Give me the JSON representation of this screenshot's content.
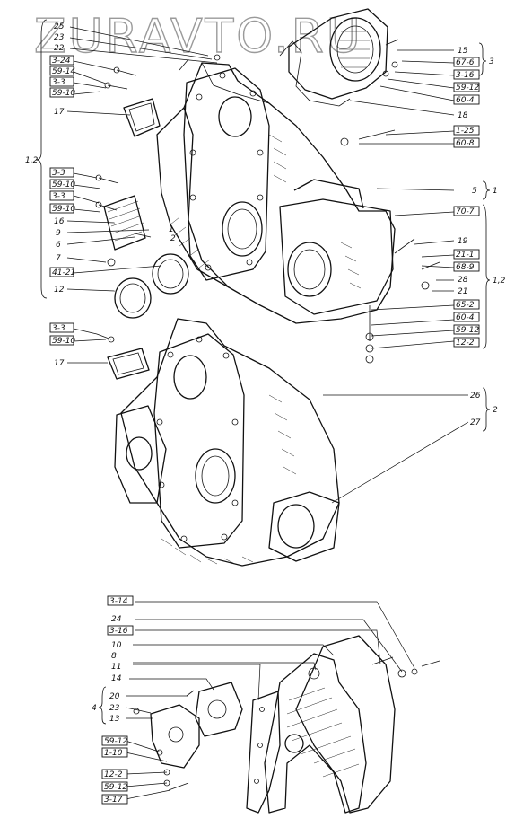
{
  "watermark": "ZURAVTO.RU",
  "group_labels": {
    "group_1_2_left": "1,2",
    "group_3": "3",
    "group_1": "1",
    "group_1_2_right": "1,2",
    "group_2": "2",
    "group_4": "4",
    "small_1": "1",
    "small_2": "2"
  },
  "callouts": {
    "c_25": "25",
    "c_23a": "23",
    "c_22": "22",
    "c_3_24": "3-24",
    "c_59_14": "59-14",
    "c_3_3a": "3-3",
    "c_59_10a": "59-10",
    "c_17a": "17",
    "c_3_3b": "3-3",
    "c_59_10b": "59-10",
    "c_3_3c": "3-3",
    "c_59_10c": "59-10",
    "c_16": "16",
    "c_9": "9",
    "c_6": "6",
    "c_7": "7",
    "c_41_21": "41-21",
    "c_12": "12",
    "c_3_3d": "3-3",
    "c_59_10d": "59-10",
    "c_17b": "17",
    "c_15": "15",
    "c_67_6": "67-6",
    "c_3_16a": "3-16",
    "c_59_12a": "59-12",
    "c_60_4a": "60-4",
    "c_18": "18",
    "c_1_25": "1-25",
    "c_60_8": "60-8",
    "c_5": "5",
    "c_70_7": "70-7",
    "c_19": "19",
    "c_21_1": "21-1",
    "c_68_9": "68-9",
    "c_28": "28",
    "c_21": "21",
    "c_65_2": "65-2",
    "c_60_4b": "60-4",
    "c_59_12b": "59-12",
    "c_12_2a": "12-2",
    "c_26": "26",
    "c_27": "27",
    "c_3_14": "3-14",
    "c_24": "24",
    "c_3_16b": "3-16",
    "c_10": "10",
    "c_8": "8",
    "c_11": "11",
    "c_14": "14",
    "c_20": "20",
    "c_23b": "23",
    "c_13": "13",
    "c_59_12c": "59-12",
    "c_1_10": "1-10",
    "c_12_2b": "12-2",
    "c_59_12d": "59-12",
    "c_3_17": "3-17"
  }
}
